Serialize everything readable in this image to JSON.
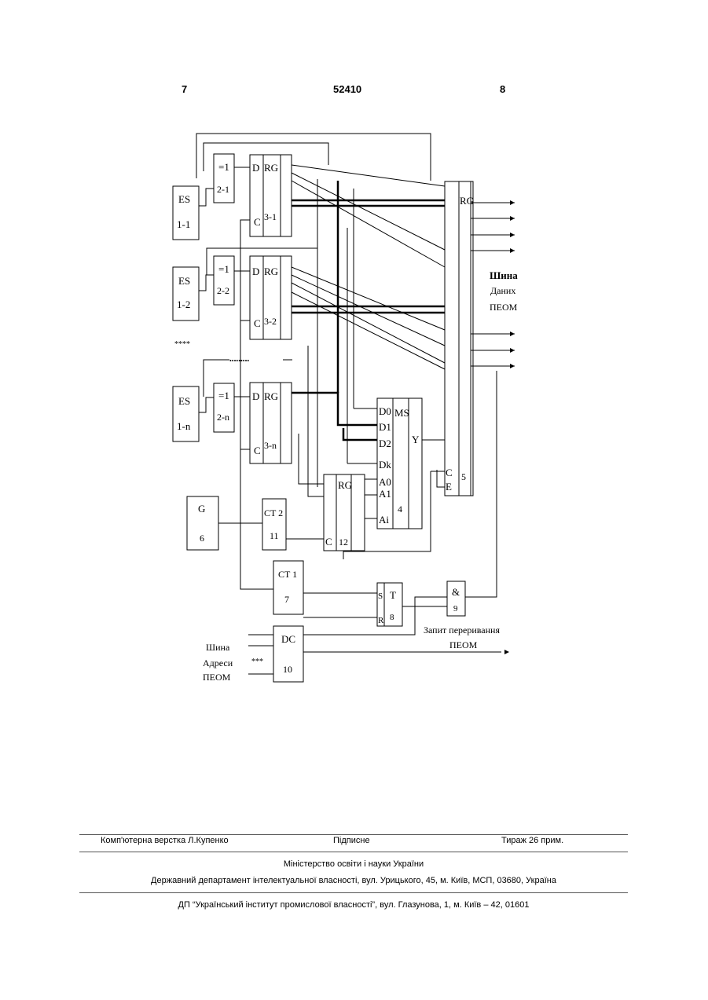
{
  "header": {
    "page_left": "7",
    "patent_number": "52410",
    "page_right": "8"
  },
  "diagram": {
    "es_blocks": [
      {
        "label": "ES",
        "index": "1-1"
      },
      {
        "label": "ES",
        "index": "1-2"
      },
      {
        "label": "ES",
        "index": "1-n"
      }
    ],
    "ellipsis": "****",
    "dots_row": "•••••••••",
    "xor_gates": [
      {
        "op": "=1",
        "index": "2-1"
      },
      {
        "op": "=1",
        "index": "2-2"
      },
      {
        "op": "=1",
        "index": "2-n"
      }
    ],
    "registers3": [
      {
        "d": "D",
        "rg": "RG",
        "c": "C",
        "index": "3-1"
      },
      {
        "d": "D",
        "rg": "RG",
        "c": "C",
        "index": "3-2"
      },
      {
        "d": "D",
        "rg": "RG",
        "c": "C",
        "index": "3-n"
      }
    ],
    "register5": {
      "rg": "RG",
      "c": "C",
      "e": "E",
      "index": "5"
    },
    "mux4": {
      "ms": "MS",
      "inputs": [
        "D0",
        "D1",
        "D2",
        "Dk"
      ],
      "addr": [
        "A0",
        "A1",
        "Ai"
      ],
      "out": "Y",
      "index": "4"
    },
    "register12": {
      "rg": "RG",
      "c": "C",
      "index": "12"
    },
    "generator6": {
      "label": "G",
      "index": "6"
    },
    "counter11": {
      "label": "CT 2",
      "index": "11"
    },
    "counter7": {
      "label": "CT 1",
      "index": "7"
    },
    "trigger8": {
      "label": "T",
      "s": "S",
      "r": "R",
      "index": "8"
    },
    "and9": {
      "label": "&",
      "index": "9"
    },
    "decoder10": {
      "label": "DC",
      "index": "10"
    },
    "bus_data": [
      "Шина",
      "Даних",
      "ПЕОМ"
    ],
    "bus_address": [
      "Шина",
      "Адреси",
      "ПЕОМ"
    ],
    "bus_address_dots": "***",
    "request": [
      "Запит переривання",
      "ПЕОМ"
    ]
  },
  "footer": {
    "layout": "Комп'ютерна верстка Л.Купенко",
    "signed": "Підписне",
    "circulation": "Тираж 26 прим.",
    "ministry": "Міністерство освіти і науки України",
    "department": "Державний департамент інтелектуальної власності, вул. Урицького, 45, м. Київ, МСП, 03680, Україна",
    "institute": "ДП “Український інститут промислової власності”, вул. Глазунова, 1, м. Київ – 42, 01601"
  }
}
